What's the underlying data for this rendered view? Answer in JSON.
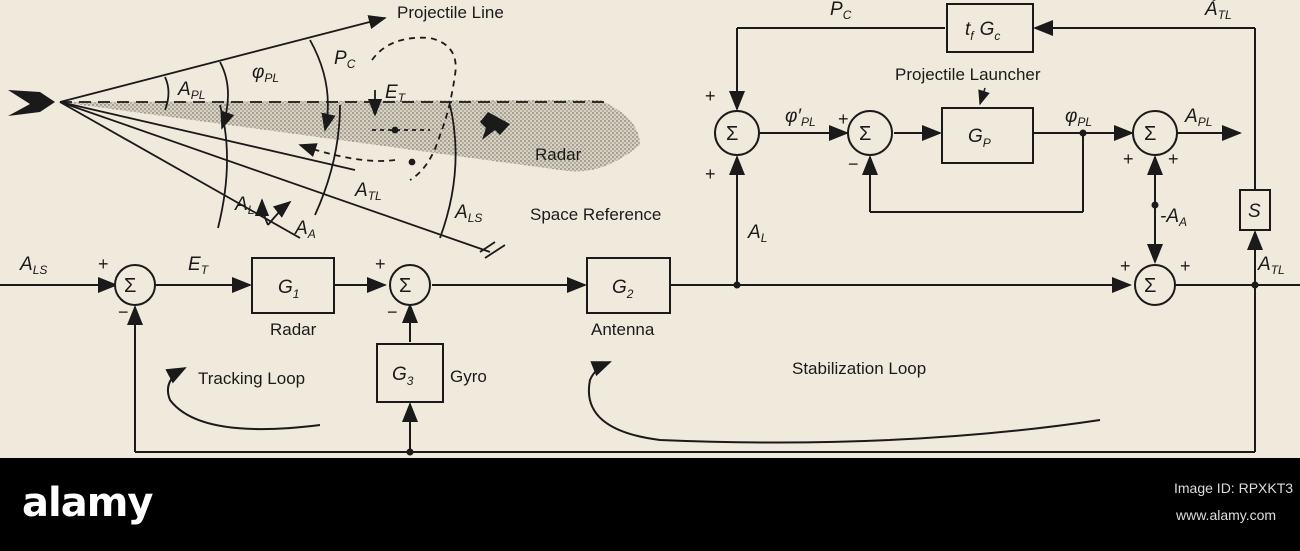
{
  "diagram": {
    "geometry_labels": {
      "projectile_line": "Projectile Line",
      "a_pl": "A",
      "a_pl_sub": "PL",
      "phi_pl": "φ",
      "phi_pl_sub": "PL",
      "p_c": "P",
      "p_c_sub": "C",
      "e_t": "E",
      "e_t_sub": "T",
      "radar": "Radar",
      "a_l": "A",
      "a_l_sub": "L",
      "a_a": "A",
      "a_a_sub": "A",
      "a_tl": "A",
      "a_tl_sub": "TL",
      "a_ls": "A",
      "a_ls_sub": "LS",
      "space_reference": "Space Reference"
    },
    "blocks": {
      "g1": "G",
      "g1_sub": "1",
      "g1_caption": "Radar",
      "g2": "G",
      "g2_sub": "2",
      "g2_caption": "Antenna",
      "g3": "G",
      "g3_sub": "3",
      "g3_caption": "Gyro",
      "gp": "G",
      "gp_sub": "P",
      "gp_caption": "Projectile Launcher",
      "tfgc": "t",
      "tfgc_sub": "f",
      "tfgc_g": "G",
      "tfgc_g_sub": "c",
      "s": "S"
    },
    "signals": {
      "input_als": "A",
      "input_als_sub": "LS",
      "e_t": "E",
      "e_t_sub": "T",
      "a_l": "A",
      "a_l_sub": "L",
      "p_c": "P",
      "p_c_sub": "C",
      "a_tl_dot": "A",
      "a_tl_dot_sub": "TL",
      "phi_pl_prime": "φ′",
      "phi_pl_prime_sub": "PL",
      "phi_pl": "φ",
      "phi_pl_sub": "PL",
      "a_pl": "A",
      "a_pl_sub": "PL",
      "neg_a_a": "-A",
      "neg_a_a_sub": "A",
      "a_tl_out": "A",
      "a_tl_out_sub": "TL"
    },
    "summing_symbol": "Σ",
    "signs": {
      "plus": "+",
      "minus": "−"
    },
    "loops": {
      "tracking": "Tracking Loop",
      "stabilization": "Stabilization Loop"
    }
  },
  "watermark": {
    "brand": "alamy",
    "image_id": "Image ID: RPXKT3",
    "site": "www.alamy.com"
  }
}
